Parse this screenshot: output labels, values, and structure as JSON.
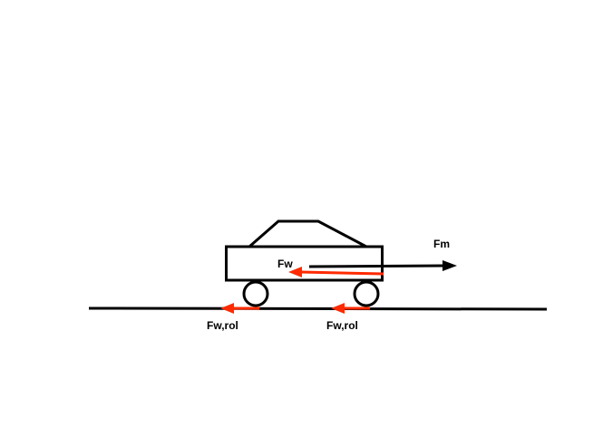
{
  "labels": {
    "motor_force": "Fm",
    "air_resistance": "Fw",
    "rolling_resistance_rear": "Fw,rol",
    "rolling_resistance_front": "Fw,rol"
  },
  "colors": {
    "line": "#000000",
    "resistance_arrow": "#ff2a00",
    "background": "#ffffff"
  }
}
